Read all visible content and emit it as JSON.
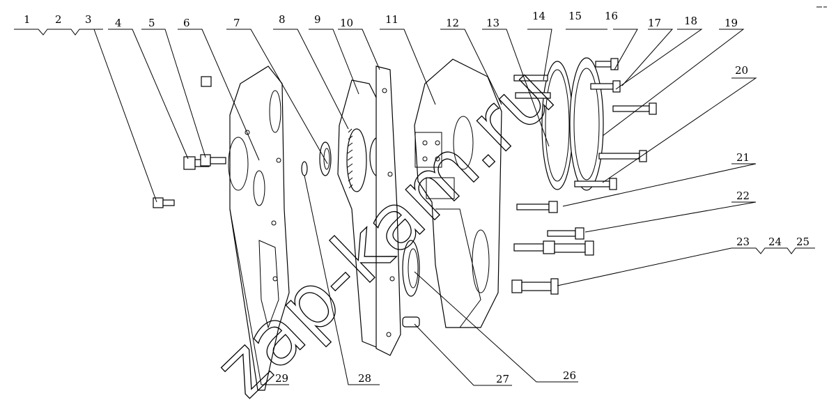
{
  "diagram": {
    "callouts": [
      "1",
      "2",
      "3",
      "4",
      "5",
      "6",
      "7",
      "8",
      "9",
      "10",
      "11",
      "12",
      "13",
      "14",
      "15",
      "16",
      "17",
      "18",
      "19",
      "20",
      "21",
      "22",
      "23",
      "24",
      "25",
      "26",
      "27",
      "28",
      "29"
    ],
    "watermark": "zap-kam.ru"
  }
}
